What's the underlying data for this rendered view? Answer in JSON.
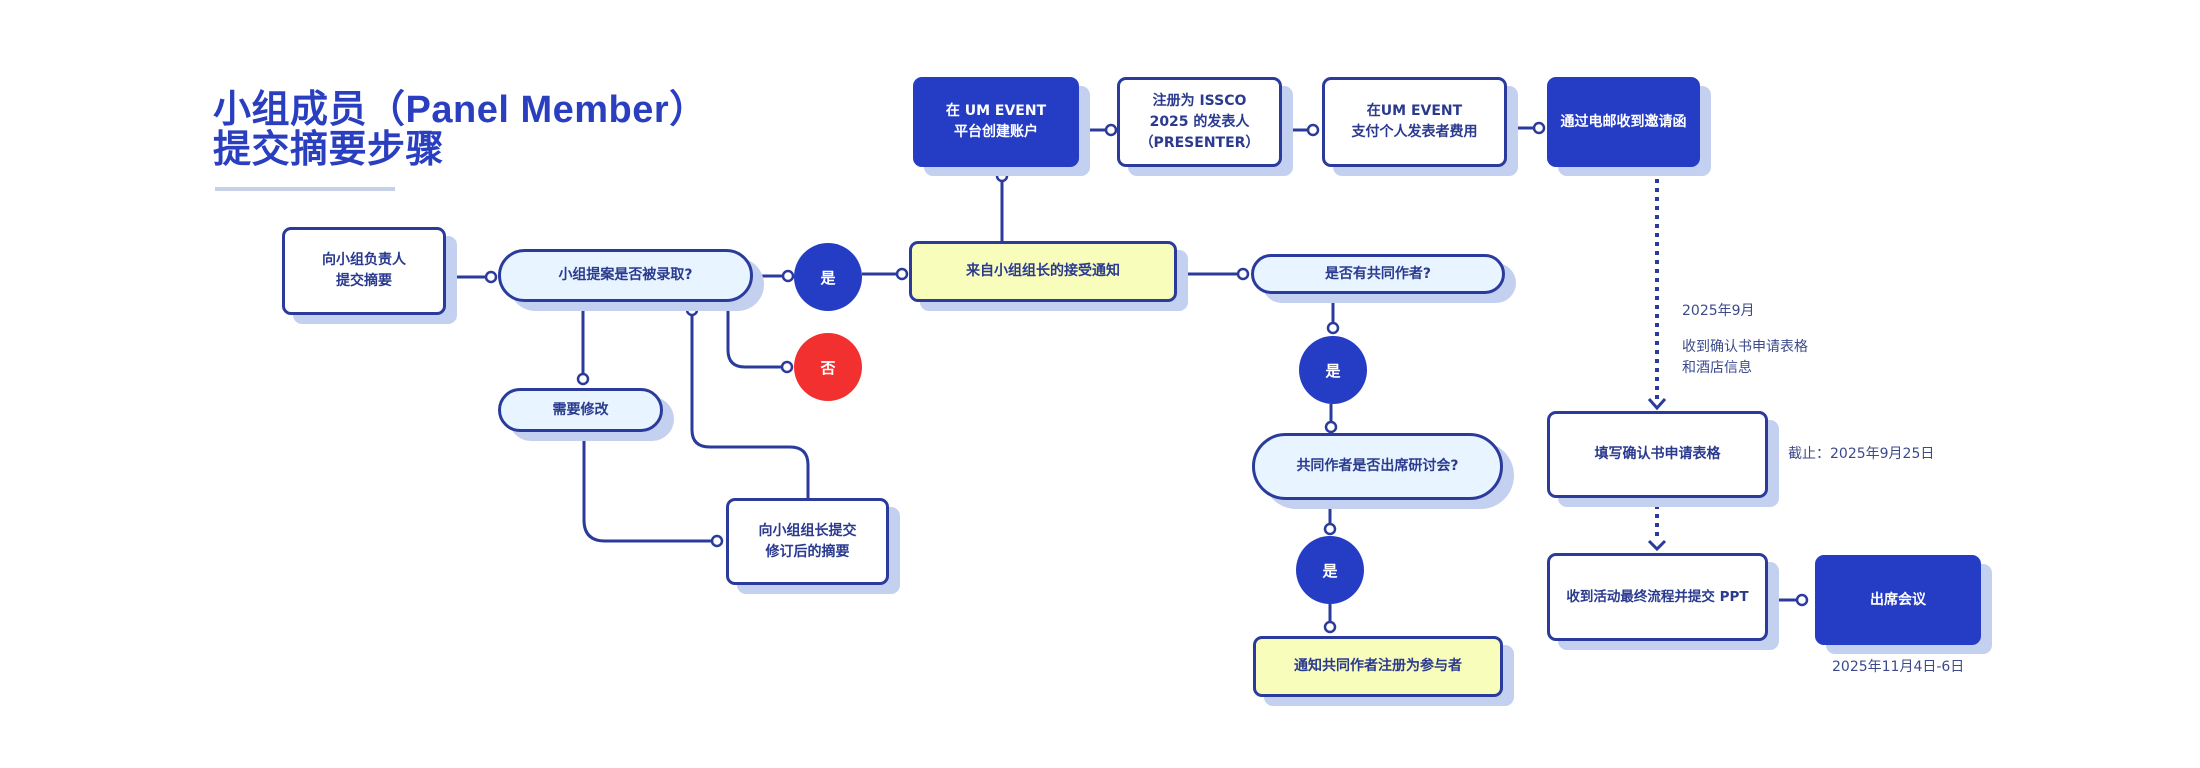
{
  "title": {
    "line1": "小组成员（Panel Member）",
    "line2": "提交摘要步骤"
  },
  "colors": {
    "primary": "#253cc5",
    "border": "#2b3b9c",
    "shadow": "#c4d0ef",
    "pill_fill": "#e8f4ff",
    "yellow_fill": "#f8fdbc",
    "no_red": "#f2302f"
  },
  "nodes": {
    "submit_abstract": {
      "line1": "向小组负责人",
      "line2": "提交摘要"
    },
    "accepted_question": "小组提案是否被录取?",
    "yes_1": "是",
    "no_1": "否",
    "needs_revision": "需要修改",
    "submit_revised": {
      "line1": "向小组组长提交",
      "line2": "修订后的摘要"
    },
    "acceptance_notice": "来自小组组长的接受通知",
    "create_account": {
      "line1": "在 UM EVENT",
      "line2": "平台创建账户"
    },
    "register_presenter": {
      "line1": "注册为 ISSCO",
      "line2": "2025 的发表人",
      "line3": "（PRESENTER）"
    },
    "pay_fee": {
      "line1": "在UM EVENT",
      "line2": "支付个人发表者费用"
    },
    "receive_invitation": "通过电邮收到邀请函",
    "coauthor_question": "是否有共同作者?",
    "yes_2": "是",
    "coauthor_attend_question": "共同作者是否出席研讨会?",
    "yes_3": "是",
    "notify_coauthor": "通知共同作者注册为参与者",
    "fill_form": "填写确认书申请表格",
    "final_program": "收到活动最终流程并提交 PPT",
    "attend": "出席会议"
  },
  "notes": {
    "month": "2025年9月",
    "receive_form_line1": "收到确认书申请表格",
    "receive_form_line2": "和酒店信息",
    "deadline": "截止：2025年9月25日",
    "conference_dates": "2025年11月4日-6日"
  }
}
